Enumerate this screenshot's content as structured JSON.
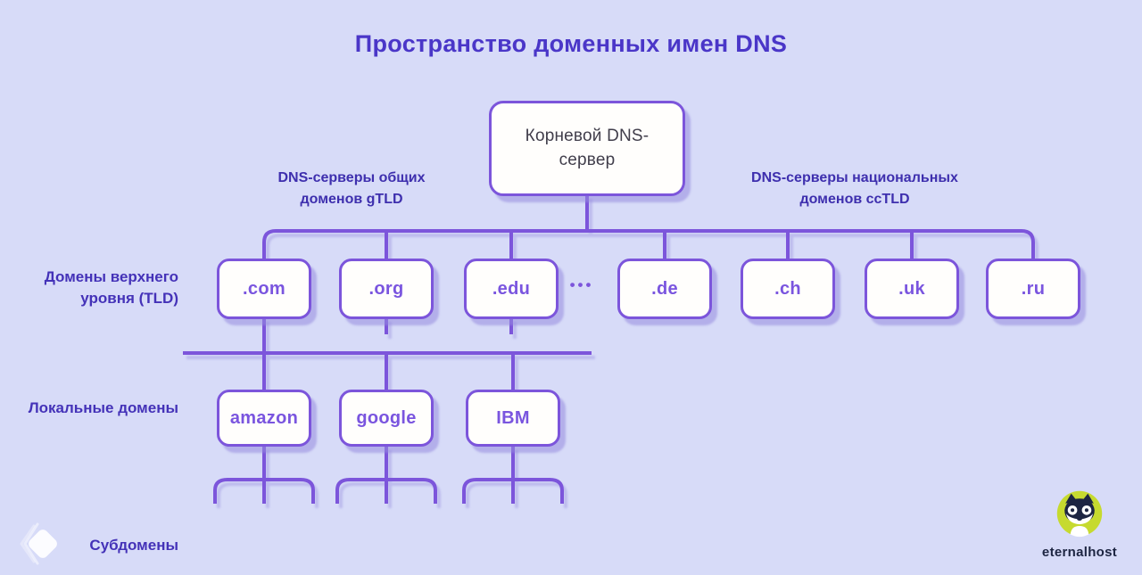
{
  "title": "Пространство доменных имен DNS",
  "diagram": {
    "root_label": "Корневой DNS-сервер",
    "group_labels": {
      "gtld": "DNS-серверы общих доменов gTLD",
      "cctld": "DNS-серверы национальных доменов ccTLD"
    },
    "level_labels": {
      "tld": "Домены верхнего уровня (TLD)",
      "local": "Локальные домены",
      "sub": "Субдомены"
    },
    "ellipsis": "•••",
    "tld_nodes": [
      ".com",
      ".org",
      ".edu"
    ],
    "cctld_nodes": [
      ".de",
      ".ch",
      ".uk",
      ".ru"
    ],
    "local_nodes": [
      "amazon",
      "google",
      "IBM"
    ]
  },
  "branding": {
    "logo_text": "eternalhost"
  },
  "colors": {
    "background": "#d7dbf8",
    "line": "#7c55db",
    "node_text": "#7a55df",
    "node_fill": "#fffefc",
    "title_text": "#4a36c8",
    "label_text": "#3e2fae",
    "root_text": "#413e4b",
    "shadow": "rgba(150,139,222,0.55)",
    "logo_green": "#c6da2f",
    "logo_navy": "#1d2542"
  }
}
